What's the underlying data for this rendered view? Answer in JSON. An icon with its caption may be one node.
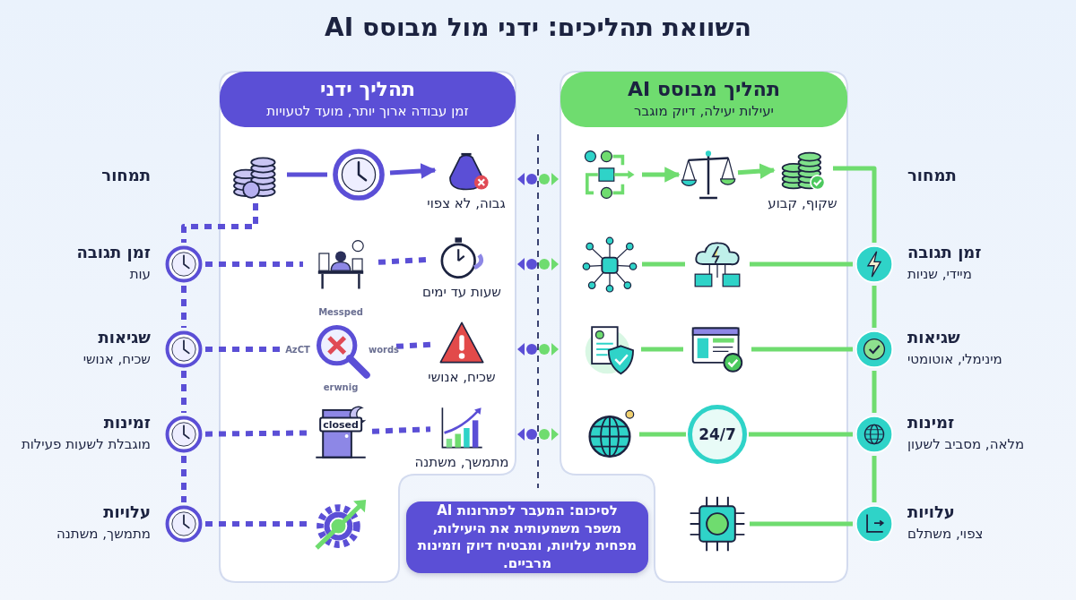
{
  "diagram": {
    "title": "השוואת תהליכים: ידני מול מבוסס AI",
    "nodes": [
      {
        "text": [
          "תהליך ידני",
          "זמן עבודה ארוך יותר, מועד לטעויות"
        ]
      },
      {
        "text": [],
        "shape": "picture",
        "in": 0
      },
      {
        "text": [],
        "shape": "picture",
        "in": 0
      },
      {
        "text": [],
        "shape": "picture",
        "in": 0,
        "beside": [
          "גבוה, לא צפוי"
        ]
      },
      {
        "text": [],
        "shape": "circle",
        "beside": [
          "זמן תגובה",
          "עות"
        ]
      },
      {
        "text": [],
        "shape": "picture",
        "in": 0
      },
      {
        "text": [],
        "shape": "picture",
        "in": 0,
        "beside": [
          "שעות עד ימים"
        ]
      },
      {
        "text": [],
        "shape": "circle",
        "beside": [
          "שגיאות",
          "שכיח, אנושי"
        ]
      },
      {
        "text": [],
        "shape": "picture",
        "in": 0
      },
      {
        "text": [],
        "shape": "picture",
        "in": 0,
        "beside": [
          "שכיח, אנושי"
        ]
      },
      {
        "text": [],
        "shape": "circle",
        "beside": [
          "זמינות",
          "מוגבלת לשעות פעילות"
        ]
      },
      {
        "text": [],
        "shape": "picture",
        "in": 0
      },
      {
        "text": [],
        "shape": "picture",
        "in": 0,
        "beside": [
          "מתמשך, משתנה"
        ]
      },
      {
        "text": [],
        "shape": "circle",
        "beside": [
          "עלויות",
          "מתמשך, משתנה"
        ]
      },
      {
        "text": [],
        "shape": "picture",
        "in": 0
      },
      {
        "text": [
          "תהליך מבוסס AI",
          "יעילות יעילה, דיוק מוגבר"
        ]
      },
      {
        "text": [],
        "shape": "picture",
        "in": 15
      },
      {
        "text": [],
        "shape": "picture",
        "in": 15
      },
      {
        "text": [],
        "shape": "picture",
        "in": 15,
        "beside": [
          "שקוף, קבוע"
        ]
      },
      {
        "text": [],
        "shape": "picture",
        "in": 15
      },
      {
        "text": [],
        "shape": "picture",
        "in": 15
      },
      {
        "text": [],
        "shape": "circle",
        "beside": [
          "זמן תגובה",
          "מיידי, שניות"
        ]
      },
      {
        "text": [],
        "shape": "picture",
        "in": 15
      },
      {
        "text": [],
        "shape": "picture",
        "in": 15
      },
      {
        "text": [],
        "shape": "circle",
        "beside": [
          "שגיאות",
          "מינימלי, אוטומטי"
        ]
      },
      {
        "text": [],
        "shape": "picture",
        "in": 15
      },
      {
        "text": [
          "24/7"
        ],
        "in": 15
      },
      {
        "text": [],
        "shape": "circle",
        "beside": [
          "זמינות",
          "מלאה, מסביב לשעון"
        ]
      },
      {
        "text": [],
        "shape": "picture",
        "in": 15
      },
      {
        "text": [],
        "shape": "circle",
        "beside": [
          "עלויות",
          "צפוי, משתלם"
        ]
      },
      {
        "text": [
          "לסיכום: המעבר לפתרונות AI משפר משמעותית את היעילות, מפחית עלויות, ומבטיח דיוק וזמינות מרביים."
        ]
      }
    ],
    "edges": [
      {
        "from": 1,
        "to": 2,
        "arrow": "none",
        "color": "#5b4fd6"
      },
      {
        "from": 2,
        "to": 3,
        "arrow": "to",
        "color": "#5b4fd6"
      },
      {
        "from": 1,
        "to": 4,
        "arrow": "none",
        "style": "dashed",
        "color": "#5b4fd6"
      },
      {
        "from": 4,
        "to": 7,
        "arrow": "none",
        "style": "dashed",
        "color": "#5b4fd6"
      },
      {
        "from": 7,
        "to": 10,
        "arrow": "none",
        "style": "dashed",
        "color": "#5b4fd6"
      },
      {
        "from": 10,
        "to": 13,
        "arrow": "none",
        "style": "dashed",
        "color": "#5b4fd6"
      },
      {
        "from": 4,
        "to": 5,
        "arrow": "none",
        "style": "dashed",
        "color": "#5b4fd6"
      },
      {
        "from": 5,
        "to": 6,
        "arrow": "none",
        "style": "dashed",
        "color": "#5b4fd6"
      },
      {
        "from": 7,
        "to": 8,
        "arrow": "none",
        "style": "dashed",
        "color": "#5b4fd6"
      },
      {
        "from": 8,
        "to": 9,
        "arrow": "none",
        "style": "dashed",
        "color": "#5b4fd6"
      },
      {
        "from": 10,
        "to": 11,
        "arrow": "none",
        "style": "dashed",
        "color": "#5b4fd6"
      },
      {
        "from": 11,
        "to": 12,
        "arrow": "none",
        "style": "dashed",
        "color": "#5b4fd6"
      },
      {
        "from": 13,
        "to": 14,
        "arrow": "none",
        "style": "dashed",
        "color": "#5b4fd6"
      },
      {
        "from": 16,
        "to": 17,
        "arrow": "to",
        "color": "#6fdc6f"
      },
      {
        "from": 17,
        "to": 18,
        "arrow": "to",
        "color": "#6fdc6f"
      },
      {
        "from": 18,
        "to": 21,
        "arrow": "none",
        "color": "#6fdc6f"
      },
      {
        "from": 21,
        "to": 24,
        "arrow": "none",
        "color": "#6fdc6f"
      },
      {
        "from": 24,
        "to": 27,
        "arrow": "none",
        "color": "#6fdc6f"
      },
      {
        "from": 27,
        "to": 29,
        "arrow": "none",
        "color": "#6fdc6f"
      },
      {
        "from": 19,
        "to": 20,
        "arrow": "none",
        "color": "#6fdc6f"
      },
      {
        "from": 20,
        "to": 21,
        "arrow": "none",
        "color": "#6fdc6f"
      },
      {
        "from": 22,
        "to": 23,
        "arrow": "none",
        "color": "#6fdc6f"
      },
      {
        "from": 23,
        "to": 24,
        "arrow": "none",
        "color": "#6fdc6f"
      },
      {
        "from": 25,
        "to": 26,
        "arrow": "none",
        "color": "#6fdc6f"
      },
      {
        "from": 26,
        "to": 27,
        "arrow": "none",
        "color": "#6fdc6f"
      },
      {
        "from": 28,
        "to": 29,
        "arrow": "none",
        "color": "#6fdc6f"
      }
    ],
    "labels": [
      "תמחור",
      "Messped",
      "AzCT",
      "words",
      "erwnig",
      "closed",
      "תמחור"
    ]
  }
}
